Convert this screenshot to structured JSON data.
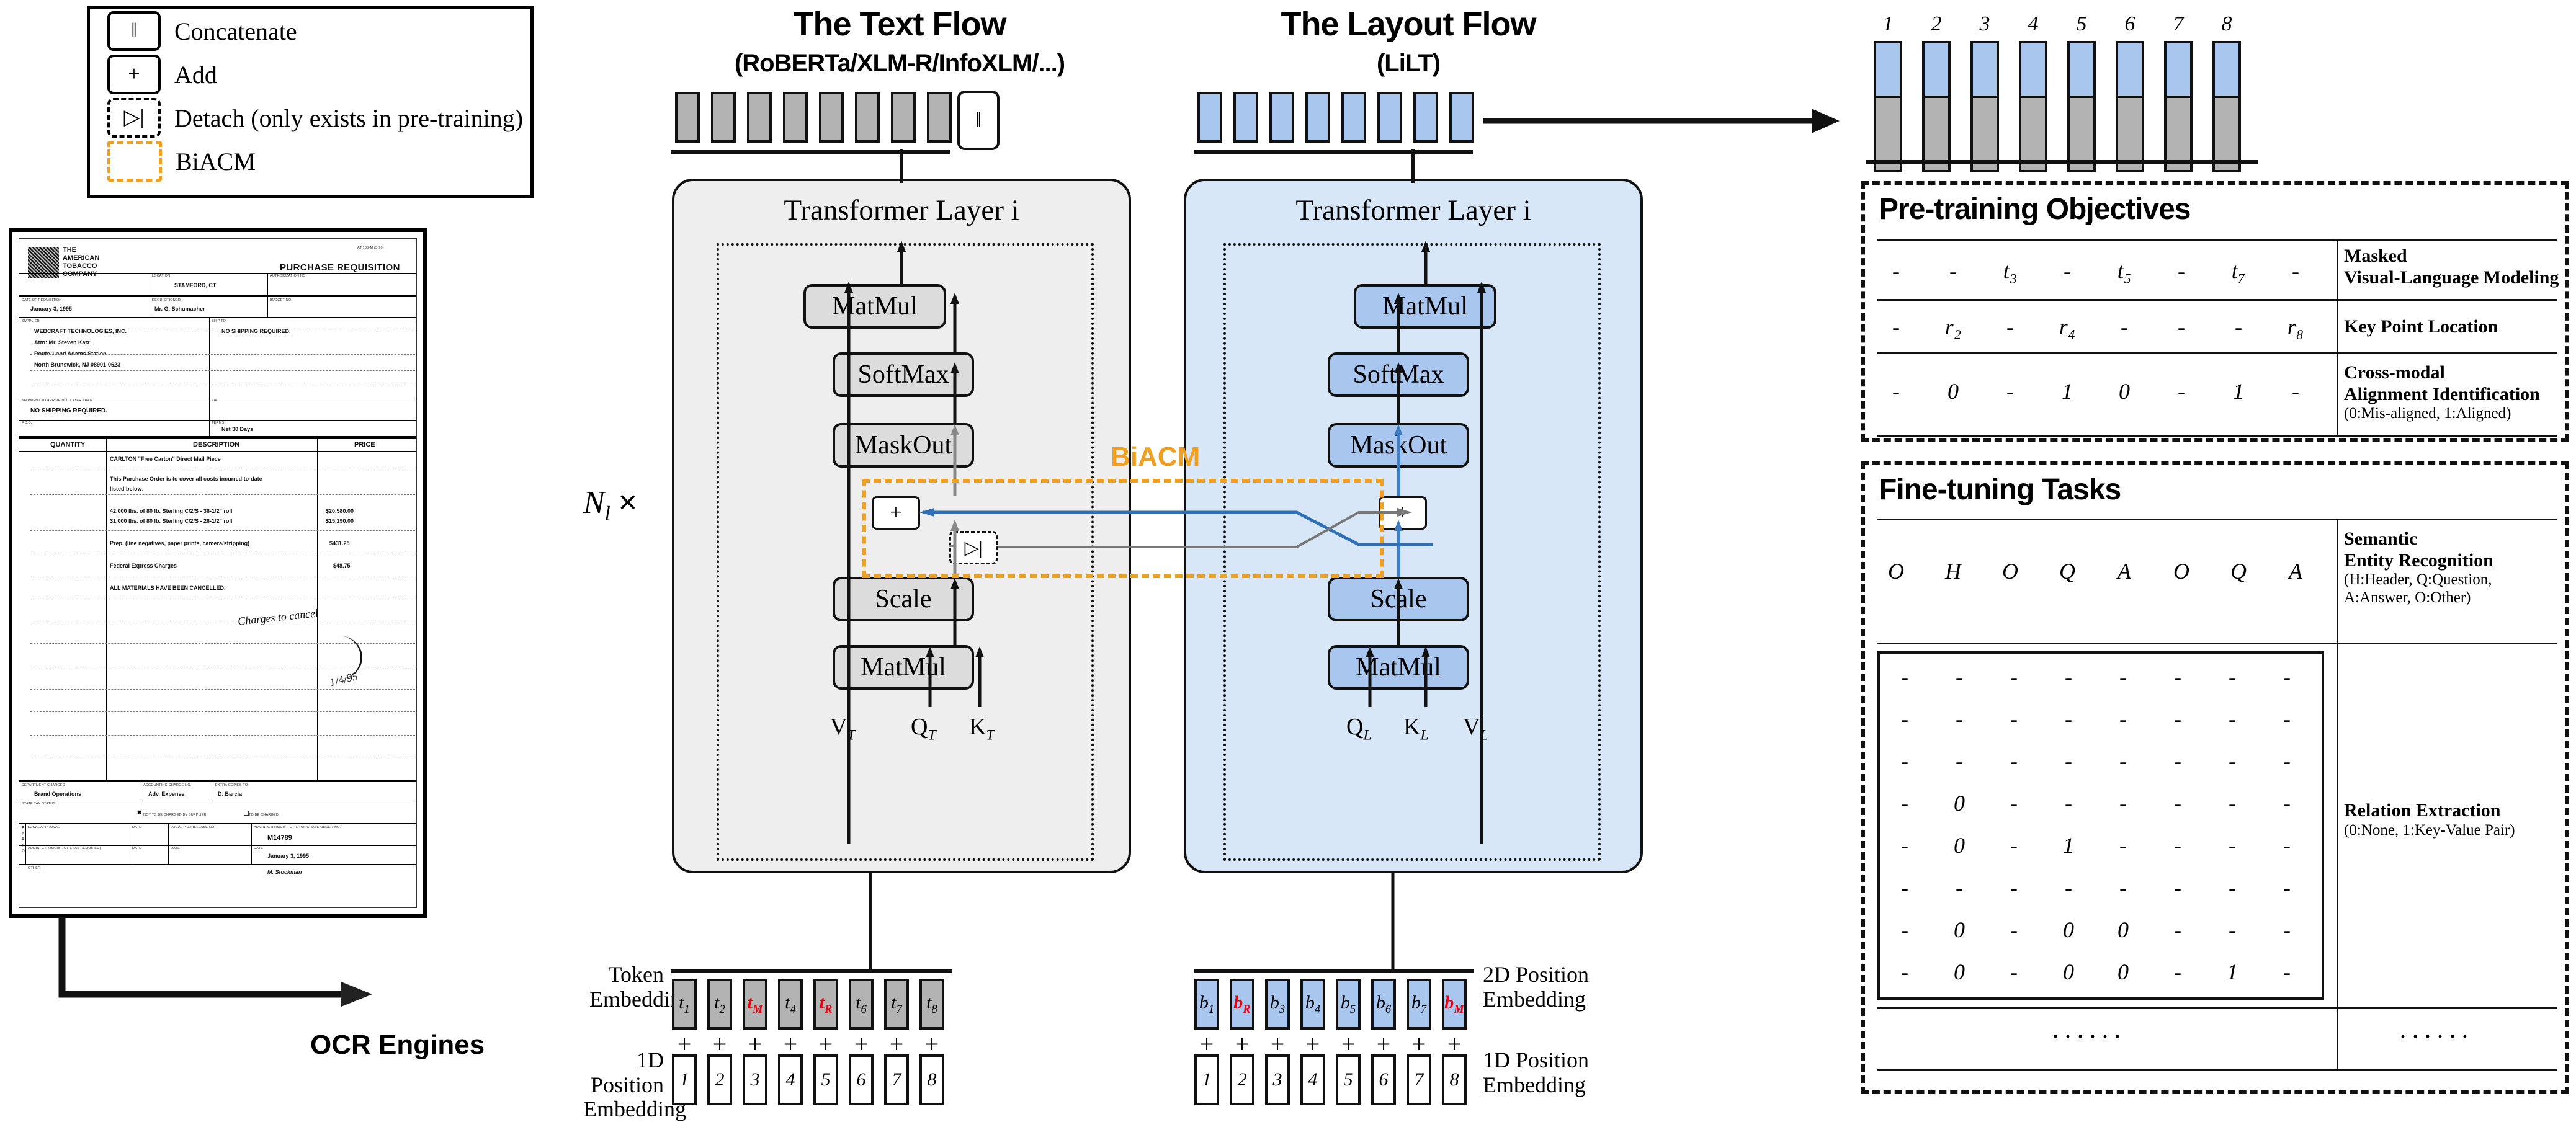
{
  "legend": {
    "items": [
      {
        "symbol": "‖",
        "label": "Concatenate",
        "style": "solid"
      },
      {
        "symbol": "+",
        "label": "Add",
        "style": "solid"
      },
      {
        "symbol": "▷|",
        "label": "Detach (only exists in pre-training)",
        "style": "dashed"
      },
      {
        "symbol": "",
        "label": "BiACM",
        "style": "orange-dashed"
      }
    ]
  },
  "document": {
    "header_code": "AT 135-M (3-90)",
    "title": "PURCHASE REQUISITION",
    "company": [
      "THE",
      "AMERICAN",
      "TOBACCO",
      "COMPANY"
    ],
    "fields": [
      {
        "label": "LOCATION",
        "value": "STAMFORD, CT"
      },
      {
        "label": "AUTHORIZATION NO.",
        "value": ""
      },
      {
        "label": "DATE OF REQUISITION",
        "value": "January 3, 1995"
      },
      {
        "label": "REQUISITIONER",
        "value": "Mr. G. Schumacher"
      },
      {
        "label": "BUDGET NO.",
        "value": ""
      },
      {
        "label": "SUPPLIER",
        "value": "WEBCRAFT TECHNOLOGIES, INC."
      },
      {
        "label": "SHIP TO",
        "value": "NO SHIPPING REQUIRED."
      },
      {
        "label": "SHIPMENT TO ARRIVE NOT LATER THAN",
        "value": "NO SHIPPING REQUIRED."
      },
      {
        "label": "VIA",
        "value": ""
      },
      {
        "label": "F.O.B.",
        "value": ""
      },
      {
        "label": "TERMS",
        "value": "Net 30 Days"
      }
    ],
    "supplier_lines": [
      "Attn: Mr. Steven Katz",
      "Route 1 and Adams Station",
      "North Brunswick, NJ 08901-0623"
    ],
    "table_headers": [
      "QUANTITY",
      "DESCRIPTION",
      "PRICE"
    ],
    "line_items": [
      {
        "desc": "CARLTON \"Free Carton\" Direct Mail Piece",
        "price": ""
      },
      {
        "desc": "This Purchase Order is to cover all costs incurred to-date",
        "price": ""
      },
      {
        "desc": "listed below:",
        "price": ""
      },
      {
        "desc": "42,000 lbs. of 80 lb. Sterling C/2/S - 36-1/2\" roll",
        "price": "$20,580.00"
      },
      {
        "desc": "31,000 lbs. of 80 lb. Sterling C/2/S - 26-1/2\" roll",
        "price": "$15,190.00"
      },
      {
        "desc": "Prep. (line negatives, paper prints, camera/stripping)",
        "price": "$431.25"
      },
      {
        "desc": "Federal Express Charges",
        "price": "$48.75"
      },
      {
        "desc": "ALL MATERIALS HAVE BEEN CANCELLED.",
        "price": ""
      }
    ],
    "handwriting": "Charges to cancel",
    "handwriting_date": "1/4/95",
    "footer": [
      {
        "label": "DEPARTMENT CHARGED",
        "value": "Brand Operations"
      },
      {
        "label": "ACCOUNTING CHARGE NO.",
        "value": "Adv. Expense"
      },
      {
        "label": "EXTRA COPIES TO:",
        "value": "D. Barcia"
      },
      {
        "label": "STATE TAX STATUS",
        "value": ""
      },
      {
        "label": "NOT TO BE CHARGED BY SUPPLIER",
        "value": ""
      },
      {
        "label": "TO BE CHARGED",
        "value": ""
      },
      {
        "label": "LOCAL APPROVAL",
        "value": ""
      },
      {
        "label": "DATE",
        "value": ""
      },
      {
        "label": "LOCAL P.O./RELEASE NO.",
        "value": ""
      },
      {
        "label": "ADMIN. CTR./MGMT. CTR. PURCHASE ORDER NO.",
        "value": "M14789"
      },
      {
        "label": "ADMIN. CTR./MGMT. CTR. (AS REQUIRED)",
        "value": ""
      },
      {
        "label": "DATE",
        "value": "January 3, 1995"
      },
      {
        "label": "OTHER",
        "value": "M. Stockman"
      }
    ]
  },
  "ocr": {
    "label": "OCR Engines"
  },
  "flows": {
    "text": {
      "title": "The Text Flow",
      "subtitle": "(RoBERTa/XLM-R/InfoXLM/...)",
      "layer_label": "Transformer Layer i"
    },
    "layout": {
      "title": "The Layout Flow",
      "subtitle": "(LiLT)",
      "layer_label": "Transformer Layer i"
    }
  },
  "concat_symbol": "‖",
  "repeat_label": "N",
  "repeat_sub": "l",
  "repeat_times": "×",
  "ops": {
    "text": [
      "MatMul",
      "SoftMax",
      "MaskOut",
      "Scale",
      "MatMul"
    ],
    "layout": [
      "MatMul",
      "SoftMax",
      "MaskOut",
      "Scale",
      "MatMul"
    ],
    "add": "+",
    "detach": "▷|"
  },
  "biacm_label": "BiACM",
  "inputs": {
    "text": [
      {
        "t": "V",
        "s": "T"
      },
      {
        "t": "Q",
        "s": "T"
      },
      {
        "t": "K",
        "s": "T"
      }
    ],
    "layout": [
      {
        "t": "Q",
        "s": "L"
      },
      {
        "t": "K",
        "s": "L"
      },
      {
        "t": "V",
        "s": "L"
      }
    ]
  },
  "embeddings": {
    "token_label": "Token\nEmbedding",
    "token_label_l1": "Token",
    "token_label_l2": "Embedding",
    "pos1d_label_l1": "1D Position",
    "pos1d_label_l2": "Embedding",
    "pos2d_label_l1": "2D Position",
    "pos2d_label_l2": "Embedding",
    "plus": "+",
    "text_tokens": [
      {
        "base": "t",
        "sub": "1",
        "red": false
      },
      {
        "base": "t",
        "sub": "2",
        "red": false
      },
      {
        "base": "t",
        "sub": "M",
        "red": true
      },
      {
        "base": "t",
        "sub": "4",
        "red": false
      },
      {
        "base": "t",
        "sub": "R",
        "red": true
      },
      {
        "base": "t",
        "sub": "6",
        "red": false
      },
      {
        "base": "t",
        "sub": "7",
        "red": false
      },
      {
        "base": "t",
        "sub": "8",
        "red": false
      }
    ],
    "layout_tokens": [
      {
        "base": "b",
        "sub": "1",
        "red": false
      },
      {
        "base": "b",
        "sub": "R",
        "red": true
      },
      {
        "base": "b",
        "sub": "3",
        "red": false
      },
      {
        "base": "b",
        "sub": "4",
        "red": false
      },
      {
        "base": "b",
        "sub": "5",
        "red": false
      },
      {
        "base": "b",
        "sub": "6",
        "red": false
      },
      {
        "base": "b",
        "sub": "7",
        "red": false
      },
      {
        "base": "b",
        "sub": "M",
        "red": true
      }
    ],
    "positions": [
      "1",
      "2",
      "3",
      "4",
      "5",
      "6",
      "7",
      "8"
    ]
  },
  "output_bars": {
    "indices": [
      "1",
      "2",
      "3",
      "4",
      "5",
      "6",
      "7",
      "8"
    ]
  },
  "pretraining": {
    "title": "Pre-training Objectives",
    "rows": [
      {
        "values": [
          "-",
          "-",
          "t₃",
          "-",
          "t₅",
          "-",
          "t₇",
          "-"
        ],
        "name_l1": "Masked",
        "name_l2": "Visual-Language Modeling",
        "note": ""
      },
      {
        "values": [
          "-",
          "r₂",
          "-",
          "r₄",
          "-",
          "-",
          "-",
          "r₈"
        ],
        "name_l1": "Key Point Location",
        "name_l2": "",
        "note": ""
      },
      {
        "values": [
          "-",
          "0",
          "-",
          "1",
          "0",
          "-",
          "1",
          "-"
        ],
        "name_l1": "Cross-modal",
        "name_l2": "Alignment Identification",
        "note": "(0:Mis-aligned, 1:Aligned)"
      }
    ]
  },
  "finetuning": {
    "title": "Fine-tuning Tasks",
    "ser": {
      "values": [
        "O",
        "H",
        "O",
        "Q",
        "A",
        "O",
        "Q",
        "A"
      ],
      "name_l1": "Semantic",
      "name_l2": "Entity Recognition",
      "note_l1": "(H:Header, Q:Question,",
      "note_l2": " A:Answer, O:Other)"
    },
    "re": {
      "name": "Relation Extraction",
      "note": "(0:None, 1:Key-Value Pair)",
      "matrix": [
        [
          "-",
          "-",
          "-",
          "-",
          "-",
          "-",
          "-",
          "-"
        ],
        [
          "-",
          "-",
          "-",
          "-",
          "-",
          "-",
          "-",
          "-"
        ],
        [
          "-",
          "-",
          "-",
          "-",
          "-",
          "-",
          "-",
          "-"
        ],
        [
          "-",
          "0",
          "-",
          "-",
          "-",
          "-",
          "-",
          "-"
        ],
        [
          "-",
          "0",
          "-",
          "1",
          "-",
          "-",
          "-",
          "-"
        ],
        [
          "-",
          "-",
          "-",
          "-",
          "-",
          "-",
          "-",
          "-"
        ],
        [
          "-",
          "0",
          "-",
          "0",
          "0",
          "-",
          "-",
          "-"
        ],
        [
          "-",
          "0",
          "-",
          "0",
          "0",
          "-",
          "1",
          "-"
        ]
      ]
    },
    "ellipsis_left": "······",
    "ellipsis_right": "······"
  }
}
